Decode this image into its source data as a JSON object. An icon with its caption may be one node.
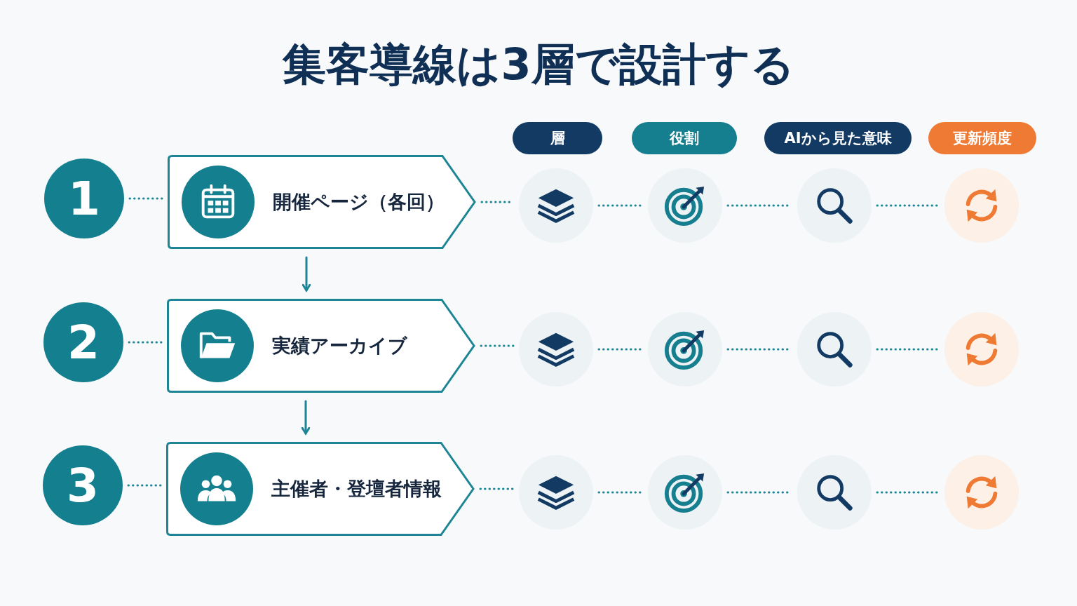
{
  "diagram": {
    "title": "集客導線は3層で設計する",
    "nodes": [
      {
        "text": [
          "1"
        ]
      },
      {
        "text": [
          "開催ページ（各回）"
        ]
      },
      {
        "text": [],
        "shape": "circle"
      },
      {
        "text": [],
        "shape": "circle"
      },
      {
        "text": [],
        "shape": "circle"
      },
      {
        "text": [],
        "shape": "circle"
      },
      {
        "text": [
          "2"
        ]
      },
      {
        "text": [
          "実績アーカイブ"
        ]
      },
      {
        "text": [],
        "shape": "circle"
      },
      {
        "text": [],
        "shape": "circle"
      },
      {
        "text": [],
        "shape": "circle"
      },
      {
        "text": [],
        "shape": "circle"
      },
      {
        "text": [
          "3"
        ]
      },
      {
        "text": [
          "主催者・登壇者情報"
        ]
      },
      {
        "text": [],
        "shape": "circle"
      },
      {
        "text": [],
        "shape": "circle"
      },
      {
        "text": [],
        "shape": "circle"
      },
      {
        "text": [],
        "shape": "circle"
      }
    ],
    "edges": [
      {
        "from": 0,
        "to": 1,
        "arrow": "none",
        "style": "dashed"
      },
      {
        "from": 1,
        "to": 2,
        "arrow": "none",
        "style": "dashed"
      },
      {
        "from": 2,
        "to": 3,
        "arrow": "none",
        "style": "dashed"
      },
      {
        "from": 3,
        "to": 4,
        "arrow": "none",
        "style": "dashed"
      },
      {
        "from": 4,
        "to": 5,
        "arrow": "none",
        "style": "dashed"
      },
      {
        "from": 1,
        "to": 7,
        "arrow": "to"
      },
      {
        "from": 6,
        "to": 7,
        "arrow": "none",
        "style": "dashed"
      },
      {
        "from": 7,
        "to": 8,
        "arrow": "none",
        "style": "dashed"
      },
      {
        "from": 8,
        "to": 9,
        "arrow": "none",
        "style": "dashed"
      },
      {
        "from": 9,
        "to": 10,
        "arrow": "none",
        "style": "dashed"
      },
      {
        "from": 10,
        "to": 11,
        "arrow": "none",
        "style": "dashed"
      },
      {
        "from": 7,
        "to": 13,
        "arrow": "to"
      },
      {
        "from": 12,
        "to": 13,
        "arrow": "none",
        "style": "dashed"
      },
      {
        "from": 13,
        "to": 14,
        "arrow": "none",
        "style": "dashed"
      },
      {
        "from": 14,
        "to": 15,
        "arrow": "none",
        "style": "dashed"
      },
      {
        "from": 15,
        "to": 16,
        "arrow": "none",
        "style": "dashed"
      },
      {
        "from": 16,
        "to": 17,
        "arrow": "none",
        "style": "dashed"
      }
    ],
    "labels": [
      "層",
      "役割",
      "AIから見た意味",
      "更新頻度"
    ]
  }
}
